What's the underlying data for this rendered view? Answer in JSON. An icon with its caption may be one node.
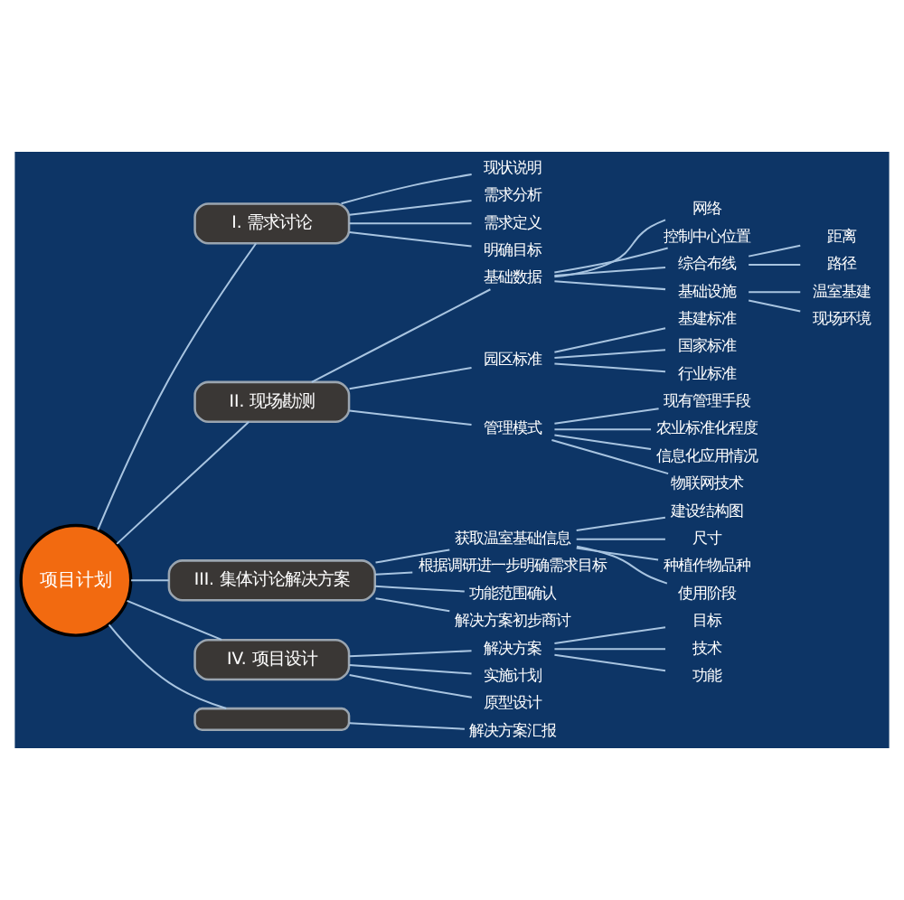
{
  "diagram": {
    "nodes": [
      {
        "text": [
          "项目计划"
        ]
      },
      {
        "text": [
          "I. 需求讨论"
        ]
      },
      {
        "text": [
          "现状说明"
        ]
      },
      {
        "text": [
          "需求分析"
        ]
      },
      {
        "text": [
          "需求定义"
        ]
      },
      {
        "text": [
          "明确目标"
        ]
      },
      {
        "text": [
          "II. 现场勘测"
        ]
      },
      {
        "text": [
          "基础数据"
        ]
      },
      {
        "text": [
          "网络"
        ]
      },
      {
        "text": [
          "控制中心位置"
        ]
      },
      {
        "text": [
          "综合布线"
        ]
      },
      {
        "text": [
          "距离"
        ]
      },
      {
        "text": [
          "路径"
        ]
      },
      {
        "text": [
          "基础设施"
        ]
      },
      {
        "text": [
          "温室基建"
        ]
      },
      {
        "text": [
          "现场环境"
        ]
      },
      {
        "text": [
          "园区标准"
        ]
      },
      {
        "text": [
          "基建标准"
        ]
      },
      {
        "text": [
          "国家标准"
        ]
      },
      {
        "text": [
          "行业标准"
        ]
      },
      {
        "text": [
          "管理模式"
        ]
      },
      {
        "text": [
          "现有管理手段"
        ]
      },
      {
        "text": [
          "农业标准化程度"
        ]
      },
      {
        "text": [
          "信息化应用情况"
        ]
      },
      {
        "text": [
          "物联网技术"
        ]
      },
      {
        "text": [
          "III. 集体讨论解决方案"
        ]
      },
      {
        "text": [
          "获取温室基础信息"
        ]
      },
      {
        "text": [
          "建设结构图"
        ]
      },
      {
        "text": [
          "尺寸"
        ]
      },
      {
        "text": [
          "种植作物品种"
        ]
      },
      {
        "text": [
          "使用阶段"
        ]
      },
      {
        "text": [
          "根据调研进一步明确需求目标"
        ]
      },
      {
        "text": [
          "功能范围确认"
        ]
      },
      {
        "text": [
          "解决方案初步商讨"
        ]
      },
      {
        "text": [
          "IV. 项目设计"
        ]
      },
      {
        "text": [
          "解决方案"
        ]
      },
      {
        "text": [
          "目标"
        ]
      },
      {
        "text": [
          "技术"
        ]
      },
      {
        "text": [
          "功能"
        ]
      },
      {
        "text": [
          "实施计划"
        ]
      },
      {
        "text": [
          "原型设计"
        ]
      },
      {
        "text": [],
        "shape": "box"
      },
      {
        "text": [
          "解决方案汇报"
        ]
      }
    ],
    "edges": [
      {
        "from": 0,
        "to": 1,
        "arrow": "none"
      },
      {
        "from": 1,
        "to": 2,
        "arrow": "none"
      },
      {
        "from": 1,
        "to": 3,
        "arrow": "none"
      },
      {
        "from": 1,
        "to": 4,
        "arrow": "none"
      },
      {
        "from": 1,
        "to": 5,
        "arrow": "none"
      },
      {
        "from": 0,
        "to": 6,
        "arrow": "none"
      },
      {
        "from": 6,
        "to": 7,
        "arrow": "none"
      },
      {
        "from": 7,
        "to": 8,
        "arrow": "none"
      },
      {
        "from": 7,
        "to": 9,
        "arrow": "none"
      },
      {
        "from": 7,
        "to": 10,
        "arrow": "none"
      },
      {
        "from": 10,
        "to": 11,
        "arrow": "none"
      },
      {
        "from": 10,
        "to": 12,
        "arrow": "none"
      },
      {
        "from": 7,
        "to": 13,
        "arrow": "none"
      },
      {
        "from": 13,
        "to": 14,
        "arrow": "none"
      },
      {
        "from": 13,
        "to": 15,
        "arrow": "none"
      },
      {
        "from": 6,
        "to": 16,
        "arrow": "none"
      },
      {
        "from": 16,
        "to": 17,
        "arrow": "none"
      },
      {
        "from": 16,
        "to": 18,
        "arrow": "none"
      },
      {
        "from": 16,
        "to": 19,
        "arrow": "none"
      },
      {
        "from": 6,
        "to": 20,
        "arrow": "none"
      },
      {
        "from": 20,
        "to": 21,
        "arrow": "none"
      },
      {
        "from": 20,
        "to": 22,
        "arrow": "none"
      },
      {
        "from": 20,
        "to": 23,
        "arrow": "none"
      },
      {
        "from": 20,
        "to": 24,
        "arrow": "none"
      },
      {
        "from": 0,
        "to": 25,
        "arrow": "none"
      },
      {
        "from": 25,
        "to": 26,
        "arrow": "none"
      },
      {
        "from": 26,
        "to": 27,
        "arrow": "none"
      },
      {
        "from": 26,
        "to": 28,
        "arrow": "none"
      },
      {
        "from": 26,
        "to": 29,
        "arrow": "none"
      },
      {
        "from": 26,
        "to": 30,
        "arrow": "none"
      },
      {
        "from": 25,
        "to": 31,
        "arrow": "none"
      },
      {
        "from": 25,
        "to": 32,
        "arrow": "none"
      },
      {
        "from": 25,
        "to": 33,
        "arrow": "none"
      },
      {
        "from": 0,
        "to": 34,
        "arrow": "none"
      },
      {
        "from": 34,
        "to": 35,
        "arrow": "none"
      },
      {
        "from": 35,
        "to": 36,
        "arrow": "none"
      },
      {
        "from": 35,
        "to": 37,
        "arrow": "none"
      },
      {
        "from": 35,
        "to": 38,
        "arrow": "none"
      },
      {
        "from": 34,
        "to": 39,
        "arrow": "none"
      },
      {
        "from": 34,
        "to": 40,
        "arrow": "none"
      },
      {
        "from": 0,
        "to": 41,
        "arrow": "none"
      },
      {
        "from": 41,
        "to": 42,
        "arrow": "none"
      }
    ]
  }
}
